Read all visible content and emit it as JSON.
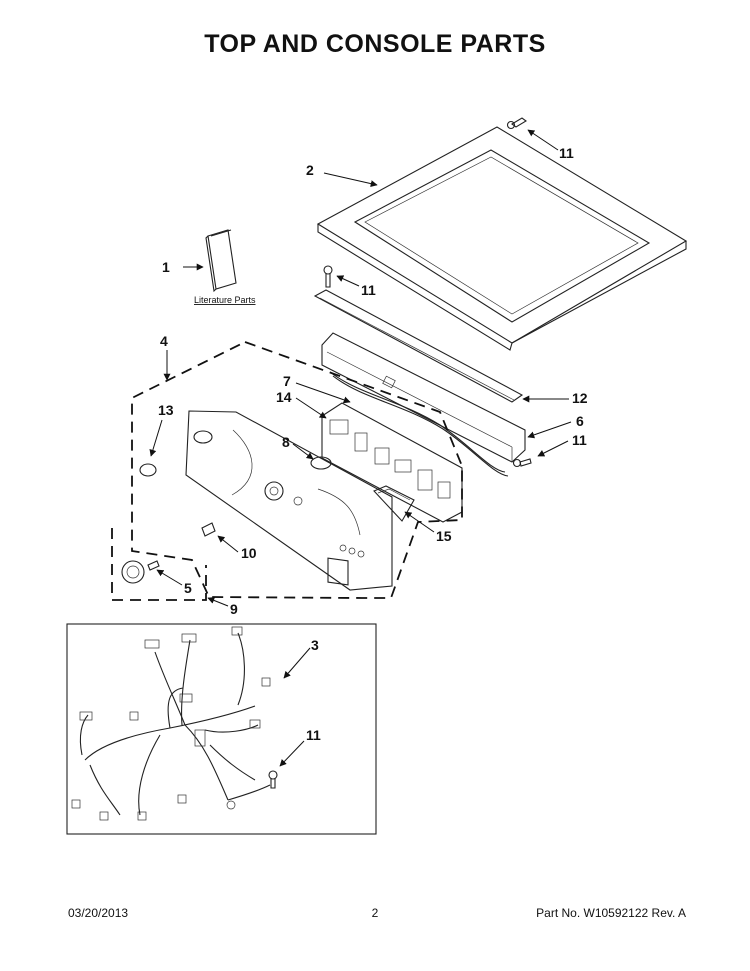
{
  "title": "TOP AND CONSOLE PARTS",
  "callouts": {
    "c1": "1",
    "c2": "2",
    "c3": "3",
    "c4": "4",
    "c5": "5",
    "c6": "6",
    "c7": "7",
    "c8": "8",
    "c9": "9",
    "c10": "10",
    "c11a": "11",
    "c11b": "11",
    "c11c": "11",
    "c11d": "11",
    "c12": "12",
    "c13": "13",
    "c14": "14",
    "c15": "15"
  },
  "literature_label": "Literature Parts",
  "footer": {
    "date": "03/20/2013",
    "page": "2",
    "part_no": "Part No.  W10592122  Rev.  A"
  }
}
